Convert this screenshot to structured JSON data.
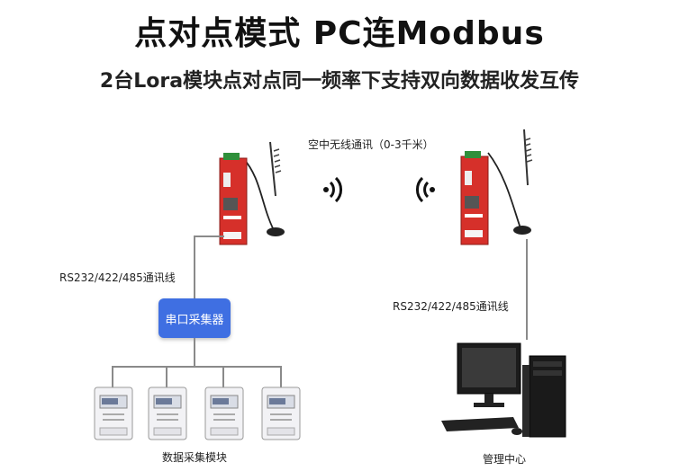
{
  "title": "点对点模式 PC连Modbus",
  "subtitle": "2台Lora模块点对点同一频率下支持双向数据收发互传",
  "wireless_label": "空中无线通讯（0-3千米）",
  "left_link_label": "RS232/422/485通讯线",
  "right_link_label": "RS232/422/485通讯线",
  "collector_label": "串口采集器",
  "meters_label": "数据采集模块",
  "pc_label": "管理中心",
  "colors": {
    "device_red": "#d6302a",
    "device_green": "#2f8f3a",
    "collector_blue": "#3f6fe2",
    "line_gray": "#8a8a8a"
  },
  "icons": [
    "lora-module-icon",
    "antenna-icon",
    "wifi-signal-icon",
    "electric-meter-icon",
    "desktop-pc-icon"
  ]
}
